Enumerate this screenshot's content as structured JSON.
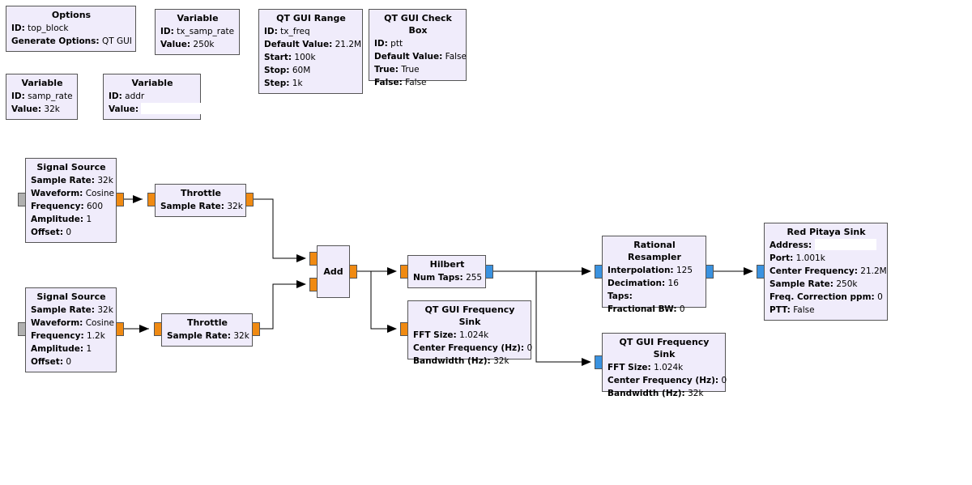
{
  "blocks": {
    "options": {
      "title": "Options",
      "rows": [
        {
          "k": "ID:",
          "v": "top_block"
        },
        {
          "k": "Generate Options:",
          "v": "QT GUI"
        }
      ]
    },
    "var_tx_samp_rate": {
      "title": "Variable",
      "rows": [
        {
          "k": "ID:",
          "v": "tx_samp_rate"
        },
        {
          "k": "Value:",
          "v": "250k"
        }
      ]
    },
    "qt_gui_range": {
      "title": "QT GUI Range",
      "rows": [
        {
          "k": "ID:",
          "v": "tx_freq"
        },
        {
          "k": "Default Value:",
          "v": "21.2M"
        },
        {
          "k": "Start:",
          "v": "100k"
        },
        {
          "k": "Stop:",
          "v": "60M"
        },
        {
          "k": "Step:",
          "v": "1k"
        }
      ]
    },
    "qt_gui_check_box": {
      "title": "QT GUI Check Box",
      "rows": [
        {
          "k": "ID:",
          "v": "ptt"
        },
        {
          "k": "Default Value:",
          "v": "False"
        },
        {
          "k": "True:",
          "v": "True"
        },
        {
          "k": "False:",
          "v": "False"
        }
      ]
    },
    "var_samp_rate": {
      "title": "Variable",
      "rows": [
        {
          "k": "ID:",
          "v": "samp_rate"
        },
        {
          "k": "Value:",
          "v": "32k"
        }
      ]
    },
    "var_addr": {
      "title": "Variable",
      "rows": [
        {
          "k": "ID:",
          "v": "addr"
        },
        {
          "k": "Value:",
          "v": ""
        }
      ]
    },
    "signal_source_1": {
      "title": "Signal Source",
      "rows": [
        {
          "k": "Sample Rate:",
          "v": "32k"
        },
        {
          "k": "Waveform:",
          "v": "Cosine"
        },
        {
          "k": "Frequency:",
          "v": "600"
        },
        {
          "k": "Amplitude:",
          "v": "1"
        },
        {
          "k": "Offset:",
          "v": "0"
        }
      ]
    },
    "throttle_1": {
      "title": "Throttle",
      "rows": [
        {
          "k": "Sample Rate:",
          "v": "32k"
        }
      ]
    },
    "signal_source_2": {
      "title": "Signal Source",
      "rows": [
        {
          "k": "Sample Rate:",
          "v": "32k"
        },
        {
          "k": "Waveform:",
          "v": "Cosine"
        },
        {
          "k": "Frequency:",
          "v": "1.2k"
        },
        {
          "k": "Amplitude:",
          "v": "1"
        },
        {
          "k": "Offset:",
          "v": "0"
        }
      ]
    },
    "throttle_2": {
      "title": "Throttle",
      "rows": [
        {
          "k": "Sample Rate:",
          "v": "32k"
        }
      ]
    },
    "add": {
      "title": "Add",
      "rows": []
    },
    "hilbert": {
      "title": "Hilbert",
      "rows": [
        {
          "k": "Num Taps:",
          "v": "255"
        }
      ]
    },
    "freq_sink_1": {
      "title": "QT GUI Frequency Sink",
      "rows": [
        {
          "k": "FFT Size:",
          "v": "1.024k"
        },
        {
          "k": "Center Frequency (Hz):",
          "v": "0"
        },
        {
          "k": "Bandwidth (Hz):",
          "v": "32k"
        }
      ]
    },
    "rational_resampler": {
      "title": "Rational Resampler",
      "rows": [
        {
          "k": "Interpolation:",
          "v": "125"
        },
        {
          "k": "Decimation:",
          "v": "16"
        },
        {
          "k": "Taps:",
          "v": ""
        },
        {
          "k": "Fractional BW:",
          "v": "0"
        }
      ]
    },
    "freq_sink_2": {
      "title": "QT GUI Frequency Sink",
      "rows": [
        {
          "k": "FFT Size:",
          "v": "1.024k"
        },
        {
          "k": "Center Frequency (Hz):",
          "v": "0"
        },
        {
          "k": "Bandwidth (Hz):",
          "v": "32k"
        }
      ]
    },
    "red_pitaya_sink": {
      "title": "Red Pitaya Sink",
      "rows": [
        {
          "k": "Address:",
          "v": ""
        },
        {
          "k": "Port:",
          "v": "1.001k"
        },
        {
          "k": "Center Frequency:",
          "v": "21.2M"
        },
        {
          "k": "Sample Rate:",
          "v": "250k"
        },
        {
          "k": "Freq. Correction ppm:",
          "v": "0"
        },
        {
          "k": "PTT:",
          "v": "False"
        }
      ]
    }
  },
  "colors": {
    "block_fill": "#f0ecfb",
    "float_port": "#f08a12",
    "complex_port": "#3a92e0",
    "grey_port": "#b0b0b0",
    "border": "#555555"
  }
}
